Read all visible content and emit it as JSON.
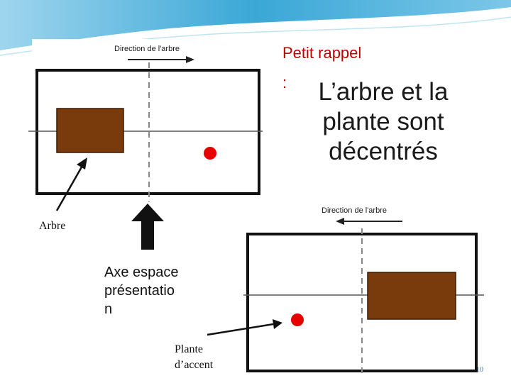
{
  "top_diagram": {
    "direction_label": "Direction de l'arbre"
  },
  "bottom_diagram": {
    "direction_label": "Direction de l'arbre"
  },
  "rappel": {
    "heading": "Petit rappel",
    "colon": ":",
    "line1": "L’arbre et la",
    "line2": "plante sont",
    "line3": "décentrés"
  },
  "labels": {
    "arbre": "Arbre",
    "axe_line1": "Axe espace",
    "axe_line2": "présentatio",
    "axe_line3": "n",
    "plante_line1": "Plante",
    "plante_line2": "d’accent"
  },
  "slide_number": "10",
  "colors": {
    "wave": "#3aa7d6",
    "tree": "#7a3b0c",
    "plant": "#e60000",
    "heading": "#c00000"
  }
}
